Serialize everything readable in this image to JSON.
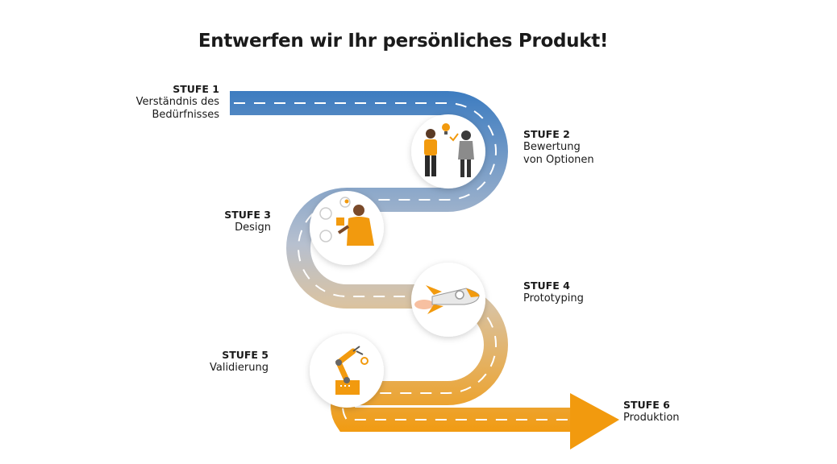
{
  "title": "Entwerfen wir Ihr persönliches Produkt!",
  "colors": {
    "road_start": "#3b7bc0",
    "road_mid": "#c9c9cf",
    "road_end": "#f29a0e",
    "accent": "#f2930f"
  },
  "steps": [
    {
      "label": "STUFE 1",
      "lines": [
        "Verständnis des",
        "Bedürfnisses"
      ],
      "icon": "meeting-needs-icon"
    },
    {
      "label": "STUFE 2",
      "lines": [
        "Bewertung",
        "von Optionen"
      ],
      "icon": "people-discussion-icon"
    },
    {
      "label": "STUFE 3",
      "lines": [
        "Design"
      ],
      "icon": "designer-icon"
    },
    {
      "label": "STUFE 4",
      "lines": [
        "Prototyping"
      ],
      "icon": "rocket-icon"
    },
    {
      "label": "STUFE 5",
      "lines": [
        "Validierung"
      ],
      "icon": "robot-arm-icon"
    },
    {
      "label": "STUFE 6",
      "lines": [
        "Produktion"
      ],
      "icon": "arrow-head-icon"
    }
  ]
}
